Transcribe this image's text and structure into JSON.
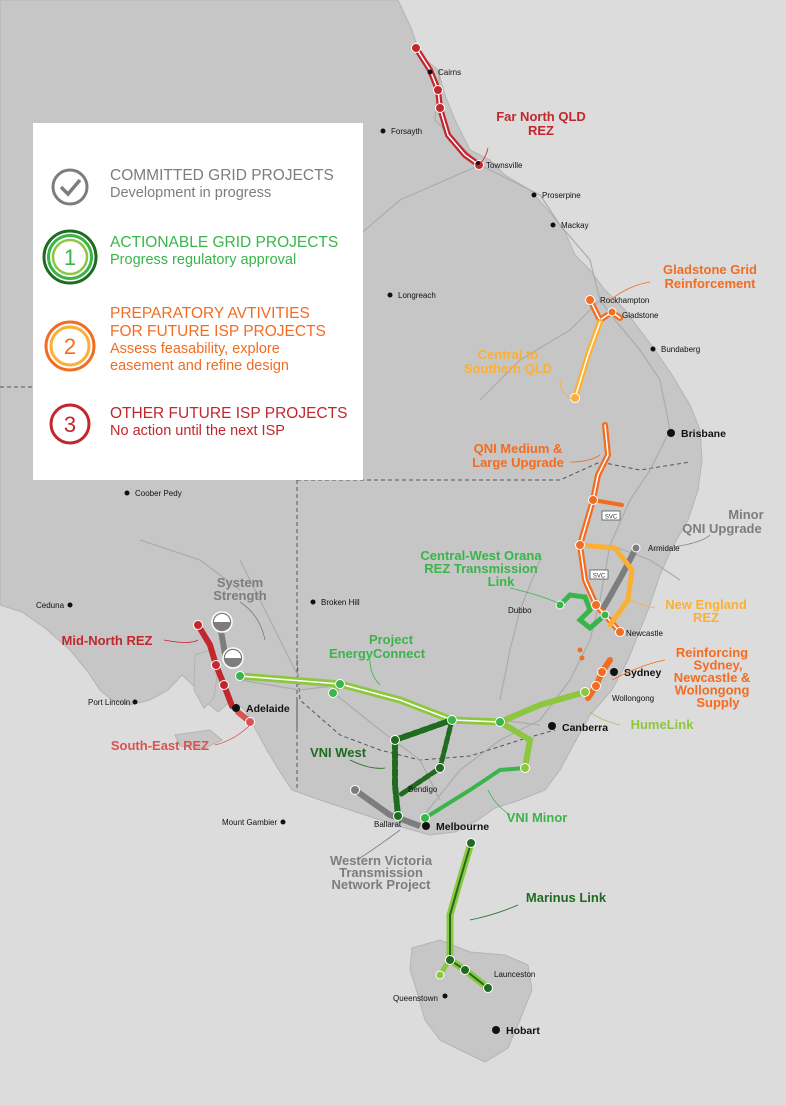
{
  "legend": {
    "committed": {
      "title": "COMMITTED GRID PROJECTS",
      "subtitle": "Development in progress",
      "icon": "checkmark-icon"
    },
    "actionable": {
      "title": "ACTIONABLE GRID PROJECTS",
      "subtitle": "Progress regulatory approval",
      "number": "1"
    },
    "preparatory": {
      "title_1": "PREPARATORY AVTIVITIES",
      "title_2": "FOR FUTURE ISP PROJECTS",
      "subtitle_1": "Assess feasability, explore",
      "subtitle_2": "easement and refine design",
      "number": "2"
    },
    "other": {
      "title": "OTHER FUTURE ISP PROJECTS",
      "subtitle": "No action until the next ISP",
      "number": "3"
    }
  },
  "colors": {
    "background": "#dcdcdc",
    "land": "#c6c6c6",
    "committed": "#7d7d7d",
    "actionable_dark": "#1f6b1f",
    "actionable": "#39b54a",
    "actionable_light": "#8dc63f",
    "preparatory_dark": "#f26c22",
    "preparatory_light": "#fbb034",
    "other": "#c1272d",
    "other_light": "#d9534f"
  },
  "cities": {
    "cairns": "Cairns",
    "forsayth": "Forsayth",
    "townsville": "Townsville",
    "proserpine": "Proserpine",
    "mackay": "Mackay",
    "longreach": "Longreach",
    "rockhampton": "Rockhampton",
    "gladstone": "Gladstone",
    "bundaberg": "Bundaberg",
    "brisbane": "Brisbane",
    "coober_pedy": "Coober Pedy",
    "armidale": "Armidale",
    "ceduna": "Ceduna",
    "broken_hill": "Broken Hill",
    "dubbo": "Dubbo",
    "newcastle": "Newcastle",
    "sydney": "Sydney",
    "wollongong": "Wollongong",
    "port_lincoln": "Port Lincoln",
    "adelaide": "Adelaide",
    "canberra": "Canberra",
    "bendigo": "Bendigo",
    "mount_gambier": "Mount Gambier",
    "ballarat": "Ballarat",
    "melbourne": "Melbourne",
    "launceston": "Launceston",
    "queenstown": "Queenstown",
    "hobart": "Hobart"
  },
  "projects": {
    "far_north_qld_1": "Far North QLD",
    "far_north_qld_2": "REZ",
    "gladstone_1": "Gladstone Grid",
    "gladstone_2": "Reinforcement",
    "central_southern_1": "Central to",
    "central_southern_2": "Southern QLD",
    "qni_ml_1": "QNI Medium &",
    "qni_ml_2": "Large Upgrade",
    "qni_minor_1": "Minor",
    "qni_minor_2": "QNI Upgrade",
    "cwo_1": "Central-West Orana",
    "cwo_2": "REZ Transmission",
    "cwo_3": "Link",
    "new_england_1": "New England",
    "new_england_2": "REZ",
    "reinforcing_1": "Reinforcing",
    "reinforcing_2": "Sydney,",
    "reinforcing_3": "Newcastle &",
    "reinforcing_4": "Wollongong",
    "reinforcing_5": "Supply",
    "system_strength_1": "System",
    "system_strength_2": "Strength",
    "mid_north": "Mid-North REZ",
    "energyconnect_1": "Project",
    "energyconnect_2": "EnergyConnect",
    "south_east": "South-East REZ",
    "humelink": "HumeLink",
    "vni_west": "VNI West",
    "vni_minor": "VNI Minor",
    "wvtnp_1": "Western Victoria",
    "wvtnp_2": "Transmission",
    "wvtnp_3": "Network Project",
    "marinus": "Marinus Link",
    "svc": "SVC"
  }
}
